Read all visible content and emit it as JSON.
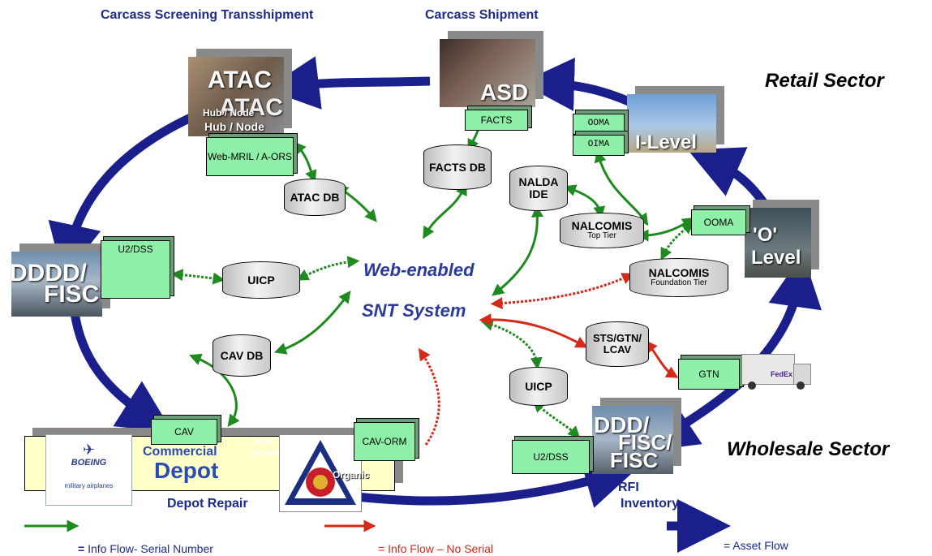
{
  "top_labels": {
    "carcass_screening": "Carcass Screening Transshipment",
    "carcass_shipment": "Carcass Shipment"
  },
  "sectors": {
    "retail": "Retail Sector",
    "wholesale": "Wholesale Sector"
  },
  "center": {
    "line1": "Web-enabled",
    "line2": "SNT System"
  },
  "nodes": {
    "atac": {
      "title": "ATAC",
      "overlay": "ATAC",
      "sub1": "Hub / Node",
      "sub2": "Hub / Node"
    },
    "asd": {
      "title": "ASD"
    },
    "ilevel": {
      "title": "I-Level"
    },
    "olevel": {
      "line1": "'O'",
      "line2": "Level"
    },
    "dddd": {
      "title": "DDDD/",
      "sub": "FISC"
    },
    "ddd": {
      "title": "DDD/",
      "overlay": "FISC/",
      "sub": "FISC"
    },
    "depot": {
      "commercial": "Commercial",
      "depot": "Depot",
      "depot_repair": "Depot Repair",
      "organic": "Organic",
      "inter": "Inter-",
      "service": "service",
      "boeing": "BOEING",
      "boeing_sub": "military airplanes"
    },
    "rfi": {
      "line1": "RFI",
      "line2": "Inventory"
    }
  },
  "boxes": {
    "facts": "FACTS",
    "webmril": "Web-MRIL / A-ORS",
    "u2dss_left": "U2/DSS",
    "ooma_top": "OOMA",
    "oima": "OIMA",
    "ooma_right": "OOMA",
    "cav_left": "CAV",
    "cav_orm": "CAV-ORM",
    "u2dss_right": "U2/DSS",
    "gtn": "GTN"
  },
  "databases": {
    "facts_db": "FACTS DB",
    "atac_db": "ATAC DB",
    "nalda_ide": "NALDA IDE",
    "nalcomis_top": "NALCOMIS",
    "nalcomis_top_sub": "Top Tier",
    "nalcomis_found": "NALCOMIS",
    "nalcomis_found_sub": "Foundation Tier",
    "uicp_left": "UICP",
    "uicp_right": "UICP",
    "cav_db": "CAV DB",
    "sts": "STS/GTN/ LCAV"
  },
  "legend": {
    "serial": "Info Flow- Serial Number",
    "serial_eq": "=",
    "noserial": "= Info Flow – No Serial",
    "asset": "= Asset Flow"
  },
  "fedex": "FedEx",
  "colors": {
    "asset": "#1a1f8c",
    "serial": "#1f8a1f",
    "noserial": "#d42a1a",
    "box": "#8ef0a8",
    "label": "#1c2a8c"
  }
}
